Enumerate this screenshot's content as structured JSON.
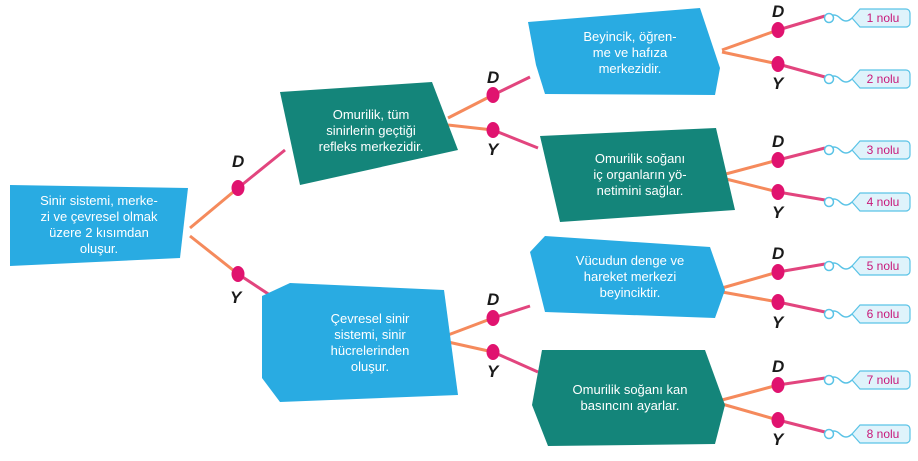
{
  "colors": {
    "cyan": "#29abe2",
    "teal": "#14857a",
    "line": "#f58a5c",
    "dot": "#e0136f",
    "pink_line": "#e2457e",
    "bubble_fill": "#dff3fb",
    "bubble_stroke": "#5ac3e6",
    "outcome_text": "#c8197a"
  },
  "root": {
    "text": "Sinir sistemi, merke-\nzi ve çevresel olmak\nüzere 2 kısımdan\noluşur."
  },
  "level1": [
    {
      "text": "Omurilik, tüm\nsinirlerin geçtiği\nrefleks merkezidir."
    },
    {
      "text": "Çevresel sinir\nsistemi, sinir\nhücrelerinden\noluşur."
    }
  ],
  "level2": [
    {
      "text": "Beyincik, öğren-\nme ve hafıza\nmerkezidir."
    },
    {
      "text": "Omurilik soğanı\niç organların yö-\nnetimini sağlar."
    },
    {
      "text": "Vücudun denge ve\nhareket merkezi\nbeyinciktir."
    },
    {
      "text": "Omurilik soğanı kan\nbasıncını ayarlar."
    }
  ],
  "branch_labels": {
    "l1": [
      "D",
      "Y"
    ],
    "l2": [
      "D",
      "Y",
      "D",
      "Y"
    ],
    "l3": [
      "D",
      "Y",
      "D",
      "Y",
      "D",
      "Y",
      "D",
      "Y"
    ]
  },
  "outcomes": [
    "1 nolu",
    "2 nolu",
    "3 nolu",
    "4 nolu",
    "5 nolu",
    "6 nolu",
    "7 nolu",
    "8 nolu"
  ]
}
